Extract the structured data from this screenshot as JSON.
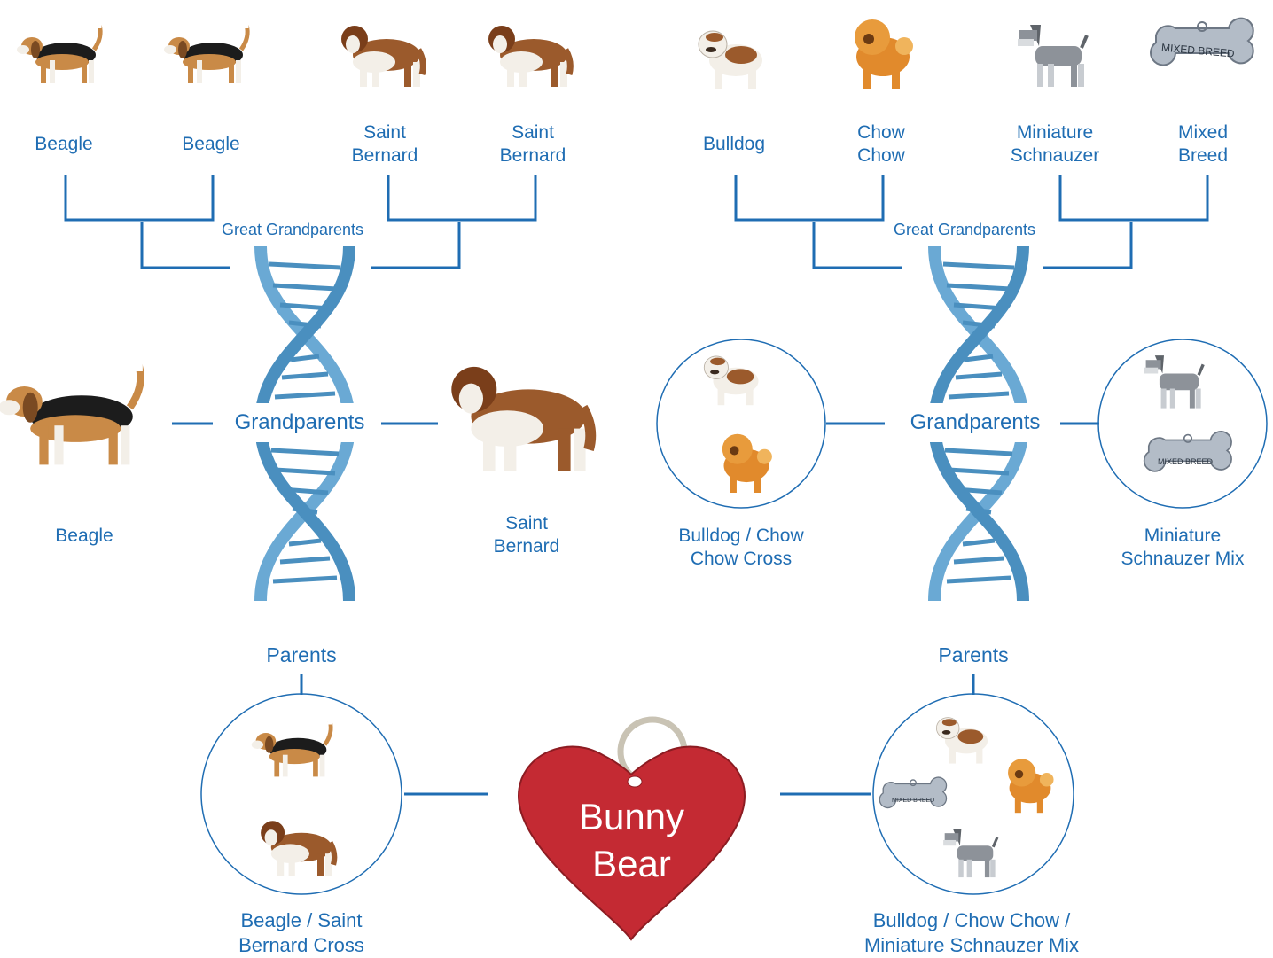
{
  "colors": {
    "accent": "#1f6db3",
    "dna": "#6aa9d4",
    "tag_red": "#c42a33"
  },
  "great_grandparents": {
    "left": [
      {
        "line1": "Beagle",
        "line2": "",
        "breed": "beagle"
      },
      {
        "line1": "Beagle",
        "line2": "",
        "breed": "beagle"
      },
      {
        "line1": "Saint",
        "line2": "Bernard",
        "breed": "saint-bernard"
      },
      {
        "line1": "Saint",
        "line2": "Bernard",
        "breed": "saint-bernard"
      }
    ],
    "right": [
      {
        "line1": "Bulldog",
        "line2": "",
        "breed": "bulldog"
      },
      {
        "line1": "Chow",
        "line2": "Chow",
        "breed": "chow-chow"
      },
      {
        "line1": "Miniature",
        "line2": "Schnauzer",
        "breed": "schnauzer"
      },
      {
        "line1": "Mixed",
        "line2": "Breed",
        "breed": "mixed-breed-tag"
      }
    ],
    "tag_text": "MIXED BREED",
    "left_label": "Great Grandparents",
    "right_label": "Great Grandparents"
  },
  "grandparents": {
    "left_header": "Grandparents",
    "right_header": "Grandparents",
    "left_a": {
      "line1": "Beagle",
      "line2": ""
    },
    "left_b": {
      "line1": "Saint",
      "line2": "Bernard"
    },
    "right_a": {
      "line1": "Bulldog / Chow",
      "line2": "Chow Cross"
    },
    "right_b": {
      "line1": "Miniature",
      "line2": "Schnauzer Mix"
    },
    "tag_text": "MIXED BREED"
  },
  "parents": {
    "left_header": "Parents",
    "right_header": "Parents",
    "left": {
      "line1": "Beagle / Saint",
      "line2": "Bernard Cross"
    },
    "right": {
      "line1": "Bulldog / Chow Chow /",
      "line2": "Miniature Schnauzer Mix"
    },
    "tag_text": "MIXED BREED"
  },
  "dog_name": {
    "line1": "Bunny",
    "line2": "Bear"
  }
}
